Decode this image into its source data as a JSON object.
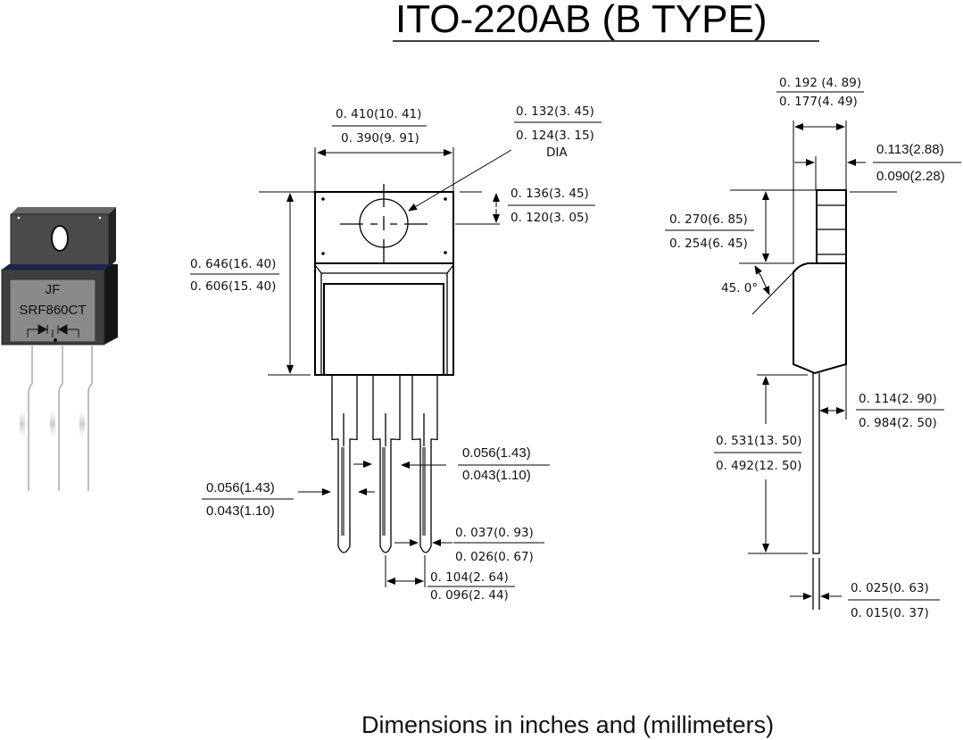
{
  "title": "ITO-220AB (B TYPE)",
  "footer": "Dimensions in inches and (millimeters)",
  "component_photo": {
    "marking_line1": "JF",
    "marking_line2": "SRF860CT"
  },
  "front_view": {
    "width": {
      "max": "0. 410(10. 41)",
      "min": "0. 390(9. 91)"
    },
    "hole_dia": {
      "max": "0. 132(3. 45)",
      "min": "0. 124(3. 15)",
      "note": "DIA"
    },
    "hole_pos": {
      "max": "0. 136(3. 45)",
      "min": "0. 120(3. 05)"
    },
    "height": {
      "max": "0. 646(16. 40)",
      "min": "0. 606(15. 40)"
    },
    "lead_width_left": {
      "max": "0.056(1.43)",
      "min": "0.043(1.10)"
    },
    "lead_width_right": {
      "max": "0.056(1.43)",
      "min": "0.043(1.10)"
    },
    "lead_tip": {
      "max": "0. 037(0. 93)",
      "min": "0. 026(0. 67)"
    },
    "pitch": {
      "max": "0. 104(2. 64)",
      "min": "0. 096(2. 44)"
    }
  },
  "side_view": {
    "thickness": {
      "max": "0. 192 (4. 89)",
      "min": "0. 177(4. 49)"
    },
    "tab_offset": {
      "max": "0.113(2.88)",
      "min": "0.090(2.28)"
    },
    "tab_height": {
      "max": "0. 270(6. 85)",
      "min": "0. 254(6. 45)"
    },
    "chamfer": "45. 0°",
    "lead_offset": {
      "max": "0. 114(2. 90)",
      "min": "0. 984(2. 50)"
    },
    "lead_length": {
      "max": "0. 531(13. 50)",
      "min": "0. 492(12. 50)"
    },
    "lead_thickness": {
      "max": "0. 025(0. 63)",
      "min": "0. 015(0. 37)"
    }
  }
}
